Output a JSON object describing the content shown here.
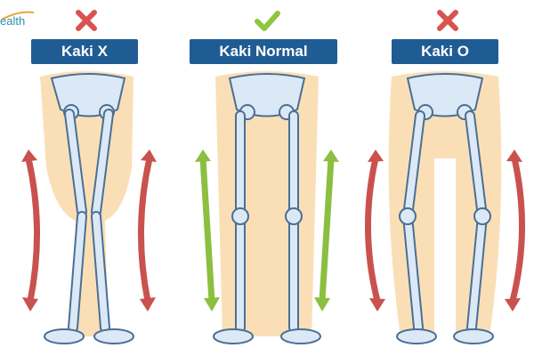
{
  "brand": {
    "text": "ealth"
  },
  "panels": [
    {
      "label": "Kaki X",
      "status": "incorrect",
      "status_icon": "cross-icon",
      "status_color": "#d9534f"
    },
    {
      "label": "Kaki Normal",
      "status": "correct",
      "status_icon": "check-icon",
      "status_color": "#8dc63f"
    },
    {
      "label": "Kaki O",
      "status": "incorrect",
      "status_icon": "cross-icon",
      "status_color": "#d9534f"
    }
  ],
  "colors": {
    "label_bg": "#1f5c94",
    "skin": "#f9dcae",
    "bone": "#dbe9f6",
    "bone_stroke": "#4b6f94",
    "arrow_bad": "#c9524e",
    "arrow_good": "#8cbf3f"
  }
}
